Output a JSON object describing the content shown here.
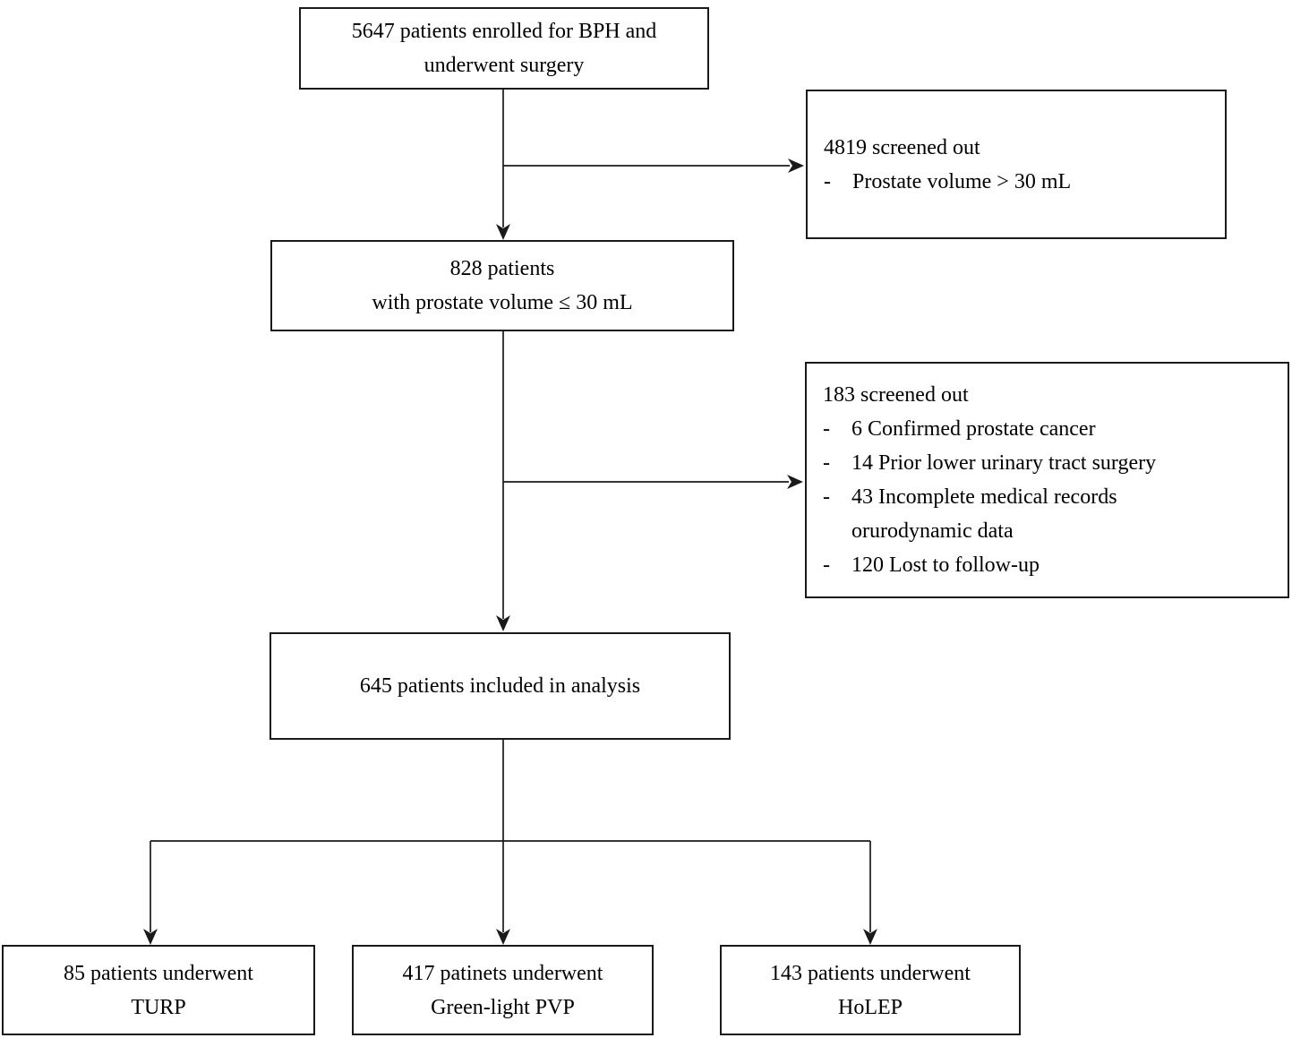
{
  "figure": {
    "type": "patient-flow-diagram",
    "background_color": "#ffffff",
    "box_border_color": "#1a1a1a",
    "connector_color": "#1a1a1a",
    "text_color": "#000000"
  },
  "boxes": {
    "enrolled": {
      "lines": [
        "5647 patients enrolled for BPH and",
        "underwent surgery"
      ]
    },
    "screened_out_1": {
      "title": "4819 screened out",
      "items": [
        {
          "bullet": "-",
          "text": "Prostate volume > 30 mL"
        }
      ]
    },
    "eligible": {
      "lines": [
        "828 patients",
        "with prostate volume ≤ 30 mL"
      ]
    },
    "screened_out_2": {
      "title": "183 screened out",
      "items": [
        {
          "bullet": "-",
          "text": "6 Confirmed prostate cancer"
        },
        {
          "bullet": "-",
          "text": "14 Prior lower urinary tract surgery"
        },
        {
          "bullet": "-",
          "text": "43 Incomplete medical records"
        },
        {
          "bullet": "",
          "text": "orurodynamic data"
        },
        {
          "bullet": "-",
          "text": "120 Lost to follow-up"
        }
      ]
    },
    "analysis": {
      "lines": [
        "645 patients included in analysis"
      ]
    },
    "turp": {
      "lines": [
        "85 patients underwent",
        "TURP"
      ]
    },
    "pvp": {
      "lines": [
        "417 patinets underwent",
        "Green-light PVP"
      ]
    },
    "holep": {
      "lines": [
        "143 patients underwent",
        "HoLEP"
      ]
    }
  }
}
